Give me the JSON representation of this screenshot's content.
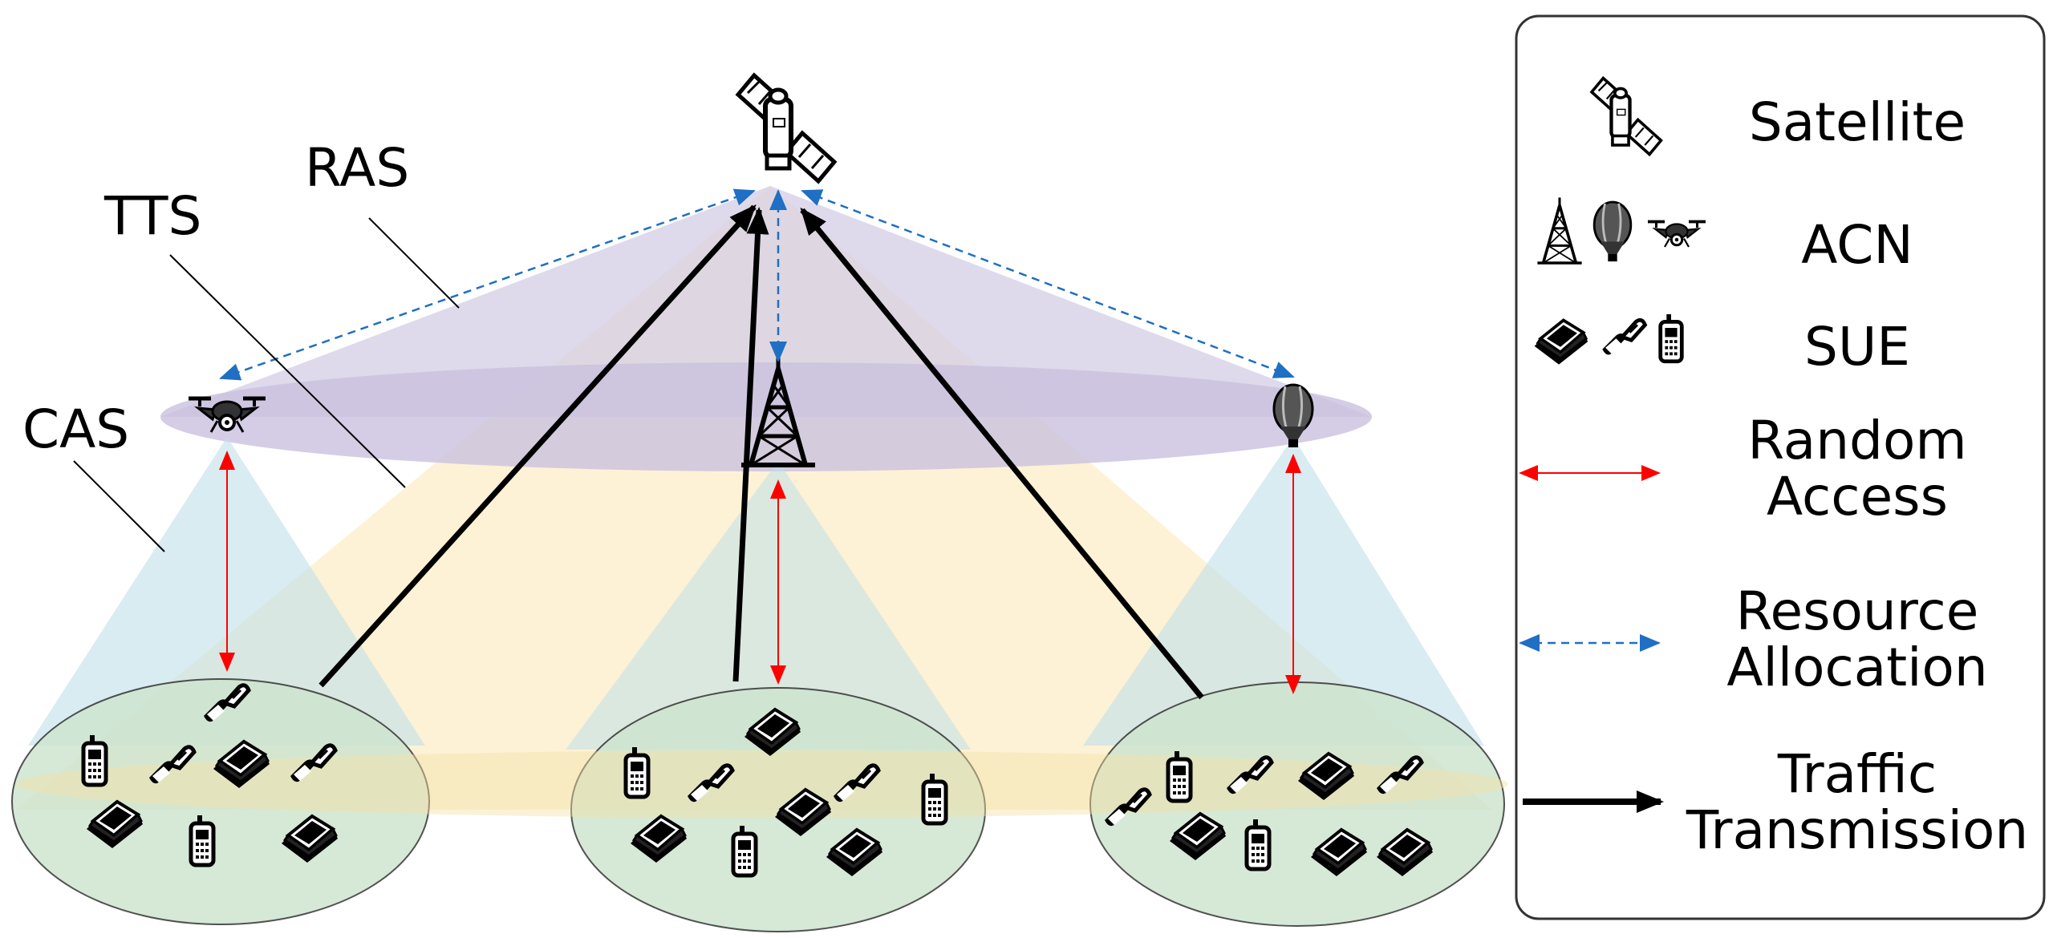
{
  "diagram": {
    "labels": {
      "ras": "RAS",
      "tts": "TTS",
      "cas": "CAS"
    }
  },
  "legend": {
    "items": [
      {
        "id": "satellite",
        "label": "Satellite"
      },
      {
        "id": "acn",
        "label": "ACN"
      },
      {
        "id": "sue",
        "label": "SUE"
      },
      {
        "id": "random_access",
        "line1": "Random",
        "line2": "Access"
      },
      {
        "id": "resource_allocation",
        "line1": "Resource",
        "line2": "Allocation"
      },
      {
        "id": "traffic_transmission",
        "line1": "Traffic",
        "line2": "Transmission"
      }
    ]
  },
  "colors": {
    "random_access": "#ff0000",
    "resource_allocation": "#1f6fc4",
    "traffic_transmission": "#000000",
    "ras_cone": "#d3cde6",
    "tts_cone": "#fbe7b4",
    "cas_cone": "#bfe0ea",
    "cluster_fill": "#cfe5cf"
  }
}
